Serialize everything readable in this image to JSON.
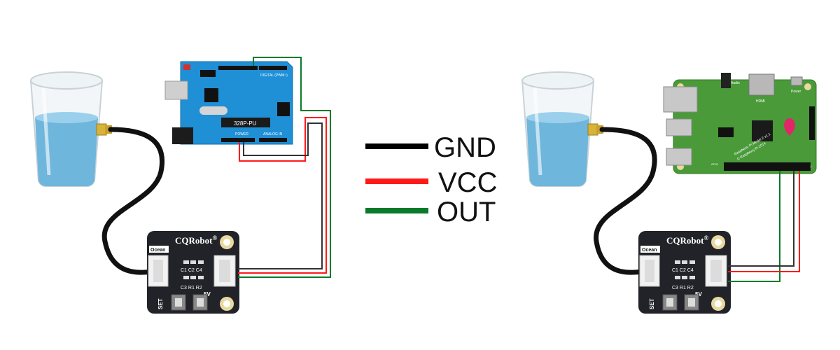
{
  "legend": {
    "items": [
      {
        "label": "GND",
        "color": "#000000"
      },
      {
        "label": "VCC",
        "color": "#ff1a1a"
      },
      {
        "label": "OUT",
        "color": "#0a7a2a"
      }
    ]
  },
  "module": {
    "brand": "CQRobot",
    "registered": "®",
    "tag": "Ocean",
    "components_top": "C1 C2 C4",
    "components_bottom": "C3 R1 R2",
    "set_label": "SET",
    "voltage_label": "5V"
  },
  "arduino": {
    "chip_label": "328P-PU",
    "digital_label": "DIGITAL (PWM~)",
    "power_label": "POWER",
    "analog_label": "ANALOG IN"
  },
  "raspberry_pi": {
    "model_label": "Raspberry Pi Model 2 v1.1",
    "copyright_label": "© Raspberry Pi 2014",
    "hdmi_label": "HDMI",
    "audio_label": "Audio",
    "power_label": "Power",
    "gpio_label": "GPIO"
  },
  "colors": {
    "water": "#6fb6dd",
    "arduino_board": "#1f8fd6",
    "rpi_board": "#4a9a3a",
    "module_board": "#222328",
    "brass": "#d8b33a"
  }
}
